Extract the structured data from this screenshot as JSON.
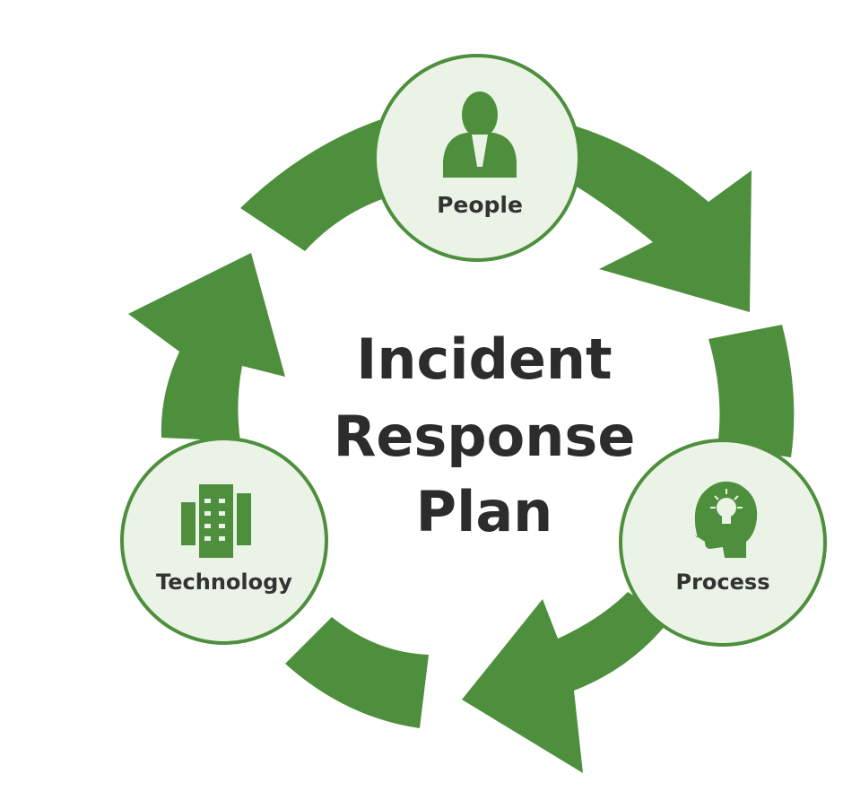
{
  "title": {
    "line1": "Incident",
    "line2": "Response",
    "line3": "Plan"
  },
  "nodes": {
    "people": {
      "label": "People",
      "icon": "person-icon"
    },
    "process": {
      "label": "Process",
      "icon": "head-lightbulb-icon"
    },
    "technology": {
      "label": "Technology",
      "icon": "server-building-icon"
    }
  },
  "colors": {
    "arrow": "#4e8f3d",
    "node_fill": "#eaf3e6",
    "node_border": "#4e8f3d",
    "icon": "#4e8f3d",
    "title_text": "#2c2c2c",
    "label_text": "#333333"
  }
}
